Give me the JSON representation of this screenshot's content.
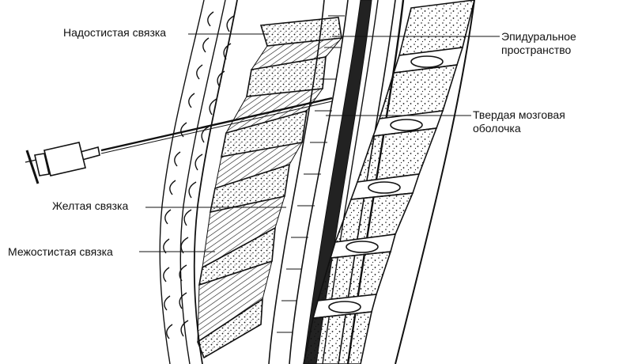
{
  "labels": {
    "supraspinous": "Надостистая связка",
    "epidural_line1": "Эпидуральное",
    "epidural_line2": "пространство",
    "dura_line1": "Твердая мозговая",
    "dura_line2": "оболочка",
    "flavum": "Желтая связка",
    "interspinous": "Межостистая связка"
  },
  "colors": {
    "ink": "#111111",
    "background": "#ffffff"
  }
}
